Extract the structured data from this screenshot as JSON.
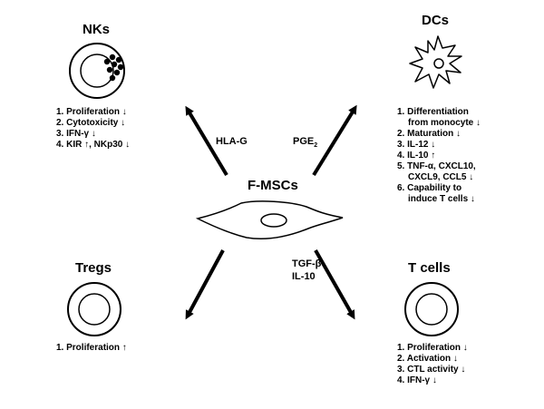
{
  "center": {
    "title": "F-MSCs"
  },
  "nks": {
    "title": "NKs",
    "factor": "HLA-G",
    "effects": [
      "1. Proliferation ↓",
      "2. Cytotoxicity ↓",
      "3. IFN-γ ↓",
      "4. KIR ↑, NKp30 ↓"
    ]
  },
  "dcs": {
    "title": "DCs",
    "factor": "PGE",
    "factor_sub": "2",
    "effects": [
      "1. Differentiation",
      "from monocyte ↓",
      "2. Maturation ↓",
      "3. IL-12 ↓",
      "4. IL-10 ↑",
      "5. TNF-α, CXCL10,",
      "CXCL9, CCL5 ↓",
      "6. Capability to",
      "induce T cells ↓"
    ]
  },
  "tregs": {
    "title": "Tregs",
    "effects": [
      "1. Proliferation ↑"
    ]
  },
  "tcells": {
    "title": "T cells",
    "factors": [
      "TGF-β",
      "IL-10"
    ],
    "effects": [
      "1. Proliferation ↓",
      "2. Activation ↓",
      "3. CTL activity ↓",
      "4. IFN-γ ↓"
    ]
  }
}
